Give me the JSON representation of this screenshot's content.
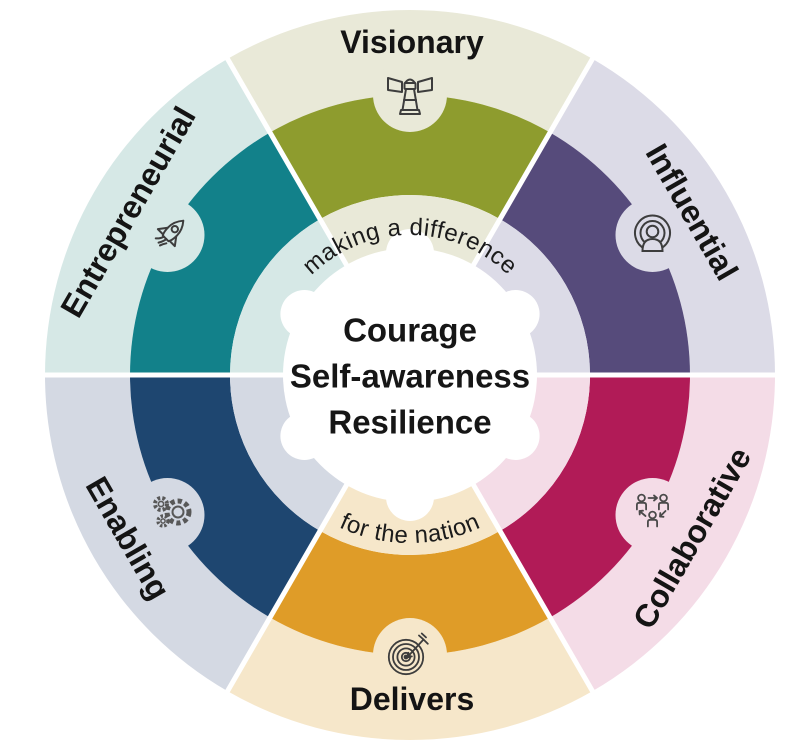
{
  "diagram": {
    "center": {
      "line1": "Courage",
      "line2": "Self-awareness",
      "line3": "Resilience"
    },
    "arc_top": "making a difference",
    "arc_bottom": "for the nation",
    "segments": [
      {
        "id": "visionary",
        "label": "Visionary",
        "color": "#8E9C2E",
        "pale": "#E9E9D8",
        "icon": "lighthouse-icon"
      },
      {
        "id": "influential",
        "label": "Influential",
        "color": "#564B7B",
        "pale": "#DCDBE7",
        "icon": "broadcast-person-icon"
      },
      {
        "id": "collaborative",
        "label": "Collaborative",
        "color": "#B11B57",
        "pale": "#F4DCE7",
        "icon": "people-cycle-icon"
      },
      {
        "id": "delivers",
        "label": "Delivers",
        "color": "#DF9C28",
        "pale": "#F6E7CA",
        "icon": "target-arrow-icon"
      },
      {
        "id": "enabling",
        "label": "Enabling",
        "color": "#1E4670",
        "pale": "#D4D9E3",
        "icon": "gears-icon"
      },
      {
        "id": "entrepreneurial",
        "label": "Entrepreneurial",
        "color": "#12818A",
        "pale": "#D6E8E6",
        "icon": "rocket-icon"
      }
    ],
    "text_color": "#1A1A1A",
    "background": "#FFFFFF"
  }
}
